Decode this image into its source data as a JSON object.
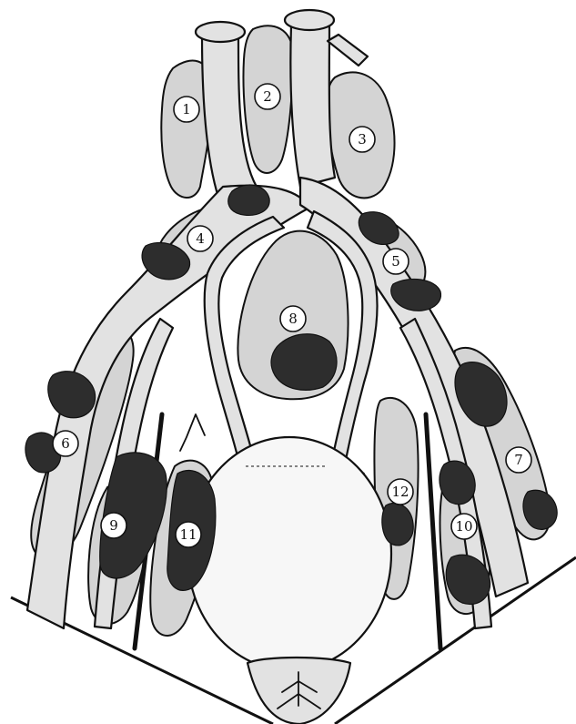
{
  "figure": {
    "lymph_node_labels": [
      "1",
      "2",
      "3",
      "4",
      "5",
      "6",
      "7",
      "8",
      "9",
      "10",
      "11",
      "12"
    ],
    "colors": {
      "outline": "#111111",
      "vessel_fill": "#e2e2e2",
      "node_fill": "#d4d4d4",
      "metastasis_fill": "#2d2d2d",
      "background": "#ffffff"
    }
  }
}
